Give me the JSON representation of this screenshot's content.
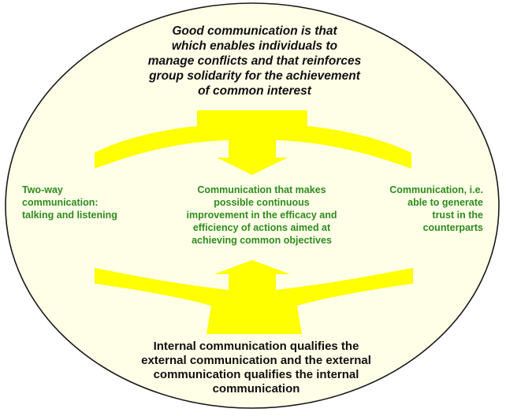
{
  "diagram": {
    "top_statement": "Good communication is that\nwhich enables individuals to\nmanage conflicts and that reinforces\ngroup solidarity for the achievement\nof common interest",
    "left_box": "Two-way\ncommunication:\ntalking and listening",
    "center_box": "Communication that makes\npossible continuous\nimprovement in the efficacy and\nefficiency of actions aimed at\nachieving common objectives",
    "right_box": "Communication, i.e.\nable to generate\ntrust in the\ncounterparts",
    "bottom_statement": "Internal communication qualifies the\nexternal communication and the external\ncommunication qualifies the internal\ncommunication"
  },
  "colors": {
    "ellipse_fill": "#ffffe8",
    "ellipse_stroke": "#1a1a1a",
    "arrow_fill": "#ffff00",
    "green_text": "#2e8b1e",
    "dark_text": "#101010"
  },
  "shapes": {
    "ellipse": "outer-oval",
    "top_arrow": "three-way-split-arrow-down",
    "bottom_arrow": "three-way-split-arrow-up"
  }
}
